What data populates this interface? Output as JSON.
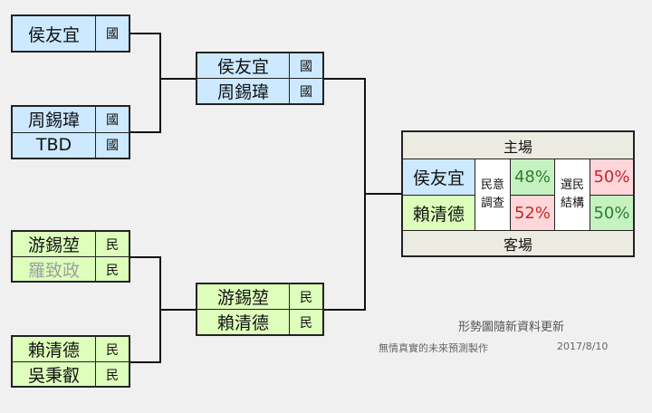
{
  "round1": {
    "top": [
      {
        "name": "侯友宜",
        "party": "國"
      },
      {
        "name": "周錫瑋",
        "party": "國"
      },
      {
        "name": "TBD",
        "party": "國"
      }
    ],
    "bottom": [
      {
        "name": "游錫堃",
        "party": "民"
      },
      {
        "name": "羅致政",
        "party": "民"
      },
      {
        "name": "賴清德",
        "party": "民"
      },
      {
        "name": "吳秉叡",
        "party": "民"
      }
    ]
  },
  "round2": {
    "top": [
      {
        "name": "侯友宜",
        "party": "國"
      },
      {
        "name": "周錫瑋",
        "party": "國"
      }
    ],
    "bottom": [
      {
        "name": "游錫堃",
        "party": "民"
      },
      {
        "name": "賴清德",
        "party": "民"
      }
    ]
  },
  "final": {
    "home_label": "主場",
    "away_label": "客場",
    "kmt_candidate": "侯友宜",
    "dpp_candidate": "賴清德",
    "poll_label_line1": "民意",
    "poll_label_line2": "調查",
    "poll_kmt": "48%",
    "poll_dpp": "52%",
    "structure_label_line1": "選民",
    "structure_label_line2": "結構",
    "structure_kmt": "50%",
    "structure_dpp": "50%"
  },
  "colors": {
    "kmt_blue": "#cce9ff",
    "dpp_green": "#ddffbb",
    "header_beige": "#ecebe1",
    "win_green": "#c6f2c2",
    "lose_red": "#ffd6da",
    "win_text": "#2e7d32",
    "lose_text": "#c62828"
  },
  "footer": {
    "update_note": "形勢圖隨新資料更新",
    "credit": "無情真實的未來預測製作",
    "date": "2017/8/10"
  }
}
